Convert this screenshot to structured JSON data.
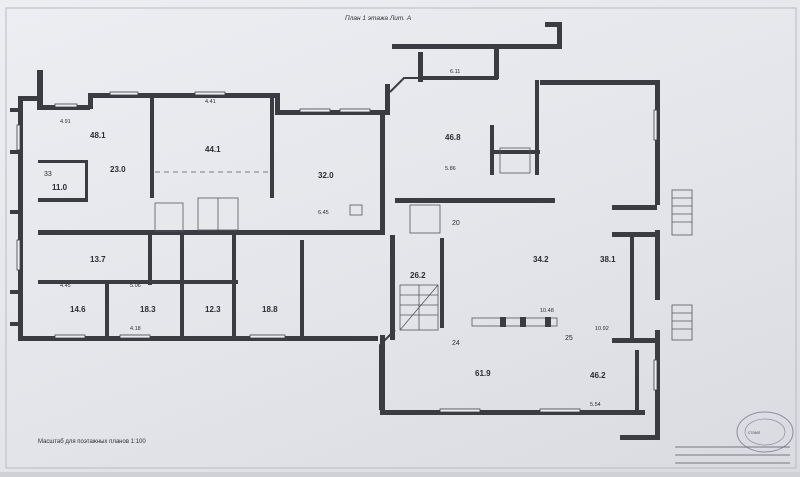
{
  "header": {
    "sheet_title": "План 1 этажа Лит. А"
  },
  "footer": {
    "scale_note": "Масштаб для поэтажных планов 1:100"
  },
  "stamp": {
    "label": "стамп"
  },
  "rooms": [
    {
      "num": "",
      "area": "48.1"
    },
    {
      "num": "",
      "area": "23.0"
    },
    {
      "num": "33",
      "area": "11.0"
    },
    {
      "num": "",
      "area": "44.1"
    },
    {
      "num": "",
      "area": "32.0"
    },
    {
      "num": "",
      "area": "46.8"
    },
    {
      "num": "",
      "area": "34.2"
    },
    {
      "num": "",
      "area": "13.7"
    },
    {
      "num": "",
      "area": "14.6"
    },
    {
      "num": "",
      "area": "18.3"
    },
    {
      "num": "",
      "area": "12.3"
    },
    {
      "num": "",
      "area": "18.8"
    },
    {
      "num": "",
      "area": "26.2"
    },
    {
      "num": "20",
      "area": "38.1"
    },
    {
      "num": "24",
      "area": "61.9"
    },
    {
      "num": "25",
      "area": "46.2"
    }
  ],
  "dimensions": {
    "d1": "4.91",
    "d2": "4.41",
    "d3": "6.45",
    "d4": "4.45",
    "d5": "5.86",
    "d6": "5.06",
    "d7": "10.92",
    "d8": "10.48",
    "d9": "5.54",
    "d10": "6.11",
    "d11": "4.18"
  }
}
